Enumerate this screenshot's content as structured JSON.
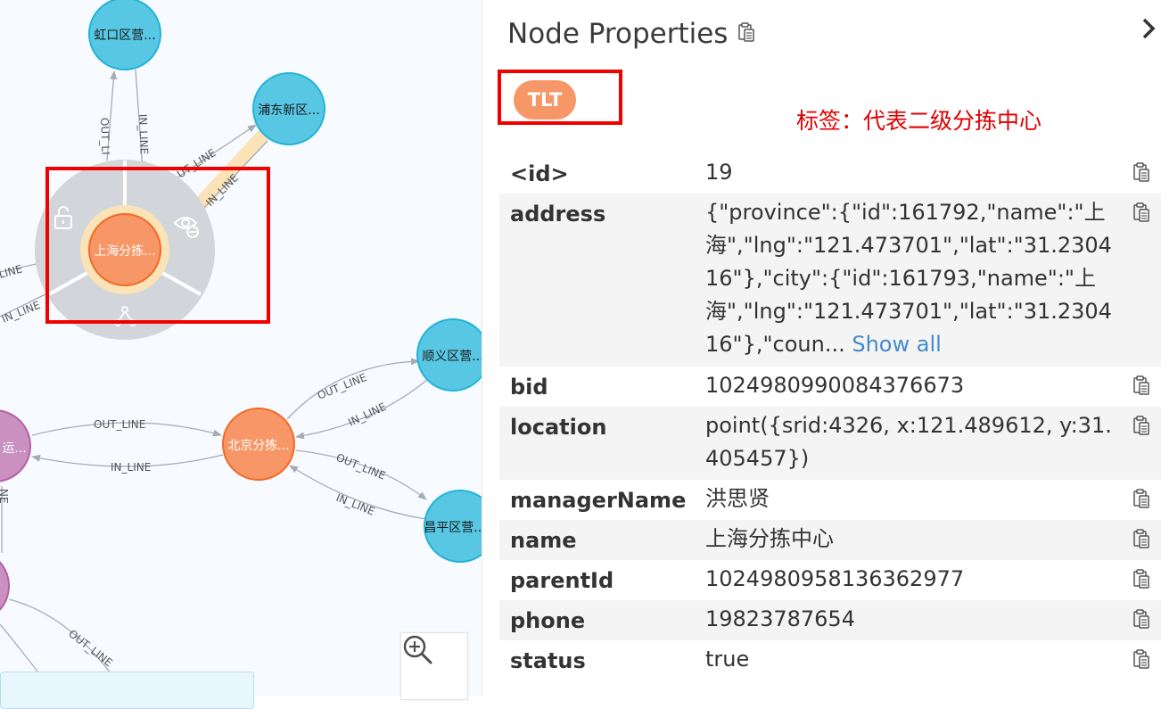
{
  "graph": {
    "nodes": [
      {
        "name": "node-hongkou",
        "label": "虹口区营..."
      },
      {
        "name": "node-pudong",
        "label": "浦东新区..."
      },
      {
        "name": "node-shanghai",
        "label": "上海分拣..."
      },
      {
        "name": "node-shunyi",
        "label": "顺义区营..."
      },
      {
        "name": "node-beijing",
        "label": "北京分拣..."
      },
      {
        "name": "node-changping",
        "label": "昌平区营..."
      },
      {
        "name": "node-left-partial",
        "label": "运..."
      }
    ],
    "edge_labels": {
      "out_line": "OUT_LINE",
      "in_line": "IN_LINE",
      "out_li_cut": "OUT_LI",
      "line_cut": "LINE",
      "out_line_cut": "UT_LINE",
      "ne_cut": "NE"
    }
  },
  "panel": {
    "title": "Node Properties",
    "collapse_glyph": "›",
    "label_badge": "TLT",
    "annotation": "标签：代表二级分拣中心",
    "show_all": "Show all",
    "properties": [
      {
        "key": "<id>",
        "value": "19"
      },
      {
        "key": "address",
        "value": "{\"province\":{\"id\":161792,\"name\":\"上海\",\"lng\":\"121.473701\",\"lat\":\"31.230416\"},\"city\":{\"id\":161793,\"name\":\"上海\",\"lng\":\"121.473701\",\"lat\":\"31.230416\"},\"coun..."
      },
      {
        "key": "bid",
        "value": "1024980990084376673"
      },
      {
        "key": "location",
        "value": "point({srid:4326, x:121.489612, y:31.405457})"
      },
      {
        "key": "managerName",
        "value": "洪思贤"
      },
      {
        "key": "name",
        "value": "上海分拣中心"
      },
      {
        "key": "parentId",
        "value": "1024980958136362977"
      },
      {
        "key": "phone",
        "value": "19823787654"
      },
      {
        "key": "status",
        "value": "true"
      }
    ]
  },
  "colors": {
    "sorting_center": "#f79767",
    "sorting_center_border": "#f36924",
    "outlet": "#57c7e3",
    "outlet_border": "#23b3d7",
    "transport": "#c990c0",
    "transport_border": "#b261a5",
    "highlight": "#f20000",
    "annotation": "#e00000",
    "link": "#428bca"
  },
  "icons": [
    "copy-icon",
    "zoom-in-icon",
    "lock-icon",
    "hide-icon",
    "expand-icon",
    "chevron-right-icon"
  ]
}
